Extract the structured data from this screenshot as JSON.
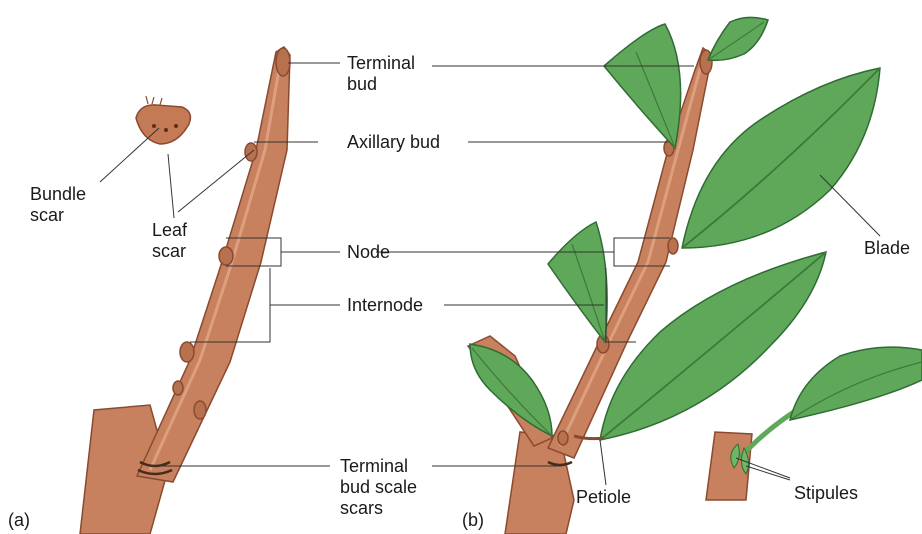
{
  "colors": {
    "stem": "#c8815e",
    "stem_dark": "#8a4a30",
    "stem_light": "#e2a686",
    "leaf": "#5fa85a",
    "leaf_dark": "#2f6b34",
    "leaf_vein": "#3d7a3a",
    "line": "#333333"
  },
  "panel_a": {
    "panel_label": "(a)",
    "labels": {
      "terminal_bud": "Terminal\nbud",
      "axillary_bud": "Axillary bud",
      "bundle_scar": "Bundle\nscar",
      "leaf_scar": "Leaf\nscar",
      "node": "Node",
      "internode": "Internode",
      "bud_scale_scars": "Terminal\nbud scale\nscars"
    }
  },
  "panel_b": {
    "panel_label": "(b)",
    "labels": {
      "blade": "Blade",
      "petiole": "Petiole",
      "stipules": "Stipules"
    }
  }
}
